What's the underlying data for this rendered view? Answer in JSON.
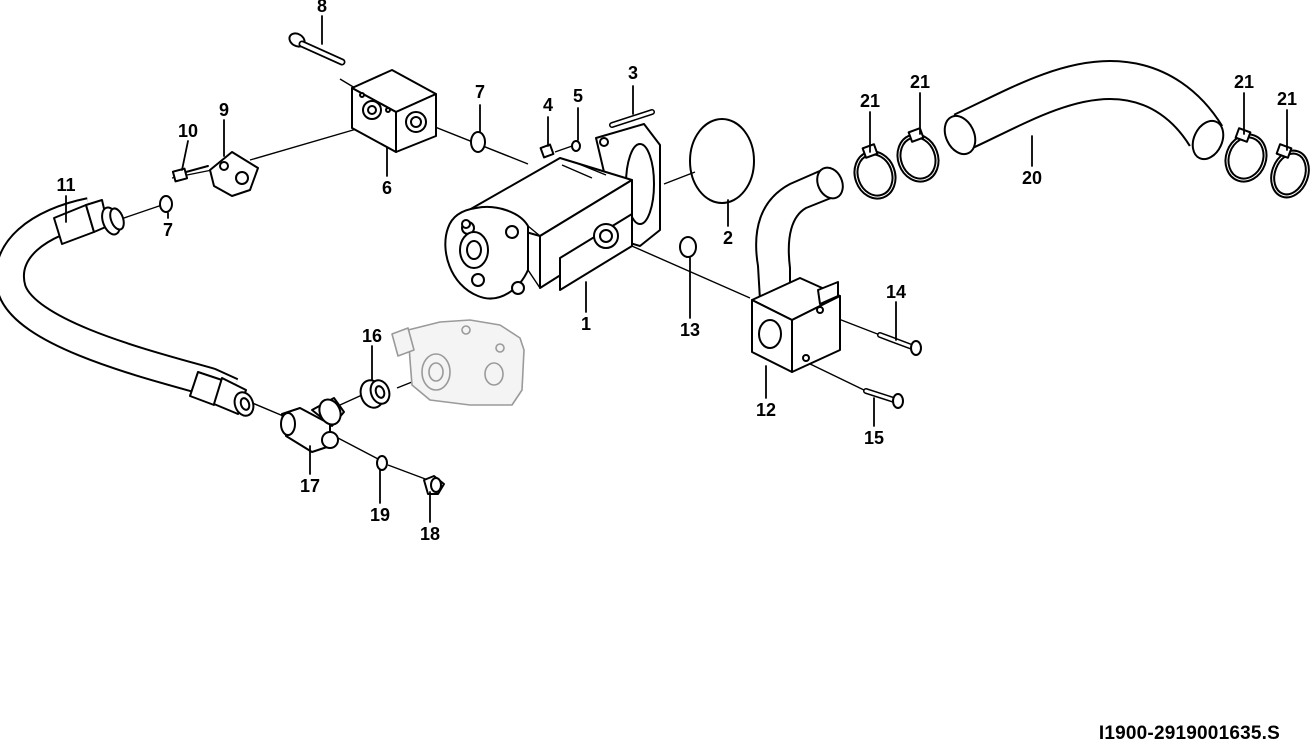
{
  "diagram": {
    "reference_code": "I1900-2919001635.S",
    "callouts": [
      {
        "id": "c1",
        "text": "1"
      },
      {
        "id": "c2",
        "text": "2"
      },
      {
        "id": "c3",
        "text": "3"
      },
      {
        "id": "c4",
        "text": "4"
      },
      {
        "id": "c5",
        "text": "5"
      },
      {
        "id": "c6",
        "text": "6"
      },
      {
        "id": "c7a",
        "text": "7"
      },
      {
        "id": "c7b",
        "text": "7"
      },
      {
        "id": "c8",
        "text": "8"
      },
      {
        "id": "c9",
        "text": "9"
      },
      {
        "id": "c10",
        "text": "10"
      },
      {
        "id": "c11",
        "text": "11"
      },
      {
        "id": "c12",
        "text": "12"
      },
      {
        "id": "c13",
        "text": "13"
      },
      {
        "id": "c14",
        "text": "14"
      },
      {
        "id": "c15",
        "text": "15"
      },
      {
        "id": "c16",
        "text": "16"
      },
      {
        "id": "c17",
        "text": "17"
      },
      {
        "id": "c18",
        "text": "18"
      },
      {
        "id": "c19",
        "text": "19"
      },
      {
        "id": "c20",
        "text": "20"
      },
      {
        "id": "c21a",
        "text": "21"
      },
      {
        "id": "c21b",
        "text": "21"
      },
      {
        "id": "c21c",
        "text": "21"
      },
      {
        "id": "c21d",
        "text": "21"
      }
    ]
  }
}
